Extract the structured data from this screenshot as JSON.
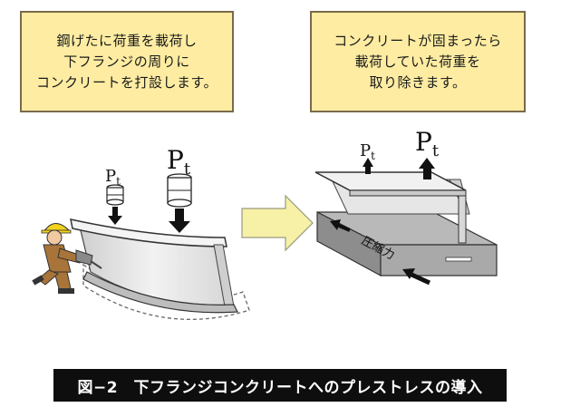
{
  "notes": {
    "left": [
      "鋼げたに荷重を載荷し",
      "下フランジの周りに",
      "コンクリートを打設します。"
    ],
    "right": [
      "コンクリートが固まったら",
      "載荷していた荷重を",
      "取り除きます。"
    ]
  },
  "labels": {
    "pt_symbol": "P",
    "pt_subscript": "t",
    "compression": "圧縮力"
  },
  "caption": "図−2　下フランジコンクリートへのプレストレスの導入",
  "colors": {
    "note_fill": "#fdeca2",
    "note_border": "#7a6a4a",
    "transition_arrow": "#f6f1a6",
    "girder_web": "#e6e6e6",
    "concrete_top": "#b9b9b9",
    "concrete_side": "#8d8d8d",
    "worker_uniform": "#a8743a",
    "worker_helmet": "#f3d21e",
    "caption_bg": "#0e0e0e"
  },
  "icons": [
    "weight-icon",
    "down-arrow-icon",
    "up-arrow-icon",
    "worker-icon",
    "right-arrow-icon"
  ]
}
